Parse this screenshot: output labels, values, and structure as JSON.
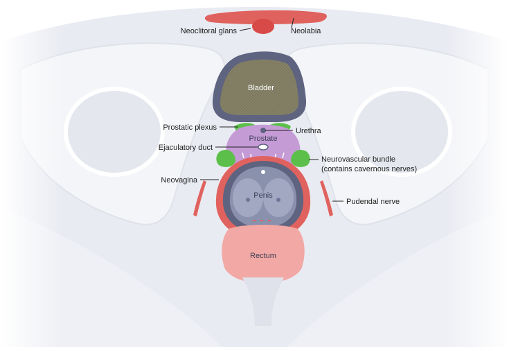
{
  "organs": {
    "bladder": "Bladder",
    "prostate": "Prostate",
    "penis": "Penis",
    "rectum": "Rectum"
  },
  "callouts": {
    "neoclitoral_glans": "Neoclitoral glans",
    "neolabia": "Neolabia",
    "prostatic_plexus": "Prostatic plexus",
    "urethra": "Urethra",
    "ejaculatory_duct": "Ejaculatory duct",
    "neurovascular_bundle_1": "Neurovascular bundle",
    "neurovascular_bundle_2": "(contains cavernous nerves)",
    "neovagina": "Neovagina",
    "pudendal_nerve": "Pudendal nerve"
  },
  "colors": {
    "background": "#ffffff",
    "pelvis_tissue": "#e9ebf2",
    "bone_outline": "#f4f5f8",
    "bladder_fill": "#7e7a5f",
    "bladder_wall": "#5e6380",
    "prostate_fill": "#c59bd6",
    "nerve_green": "#5cbf4a",
    "neovagina_red": "#e0625e",
    "penis_fill": "#8a91ad",
    "rectum_fill": "#f2a8a4"
  }
}
